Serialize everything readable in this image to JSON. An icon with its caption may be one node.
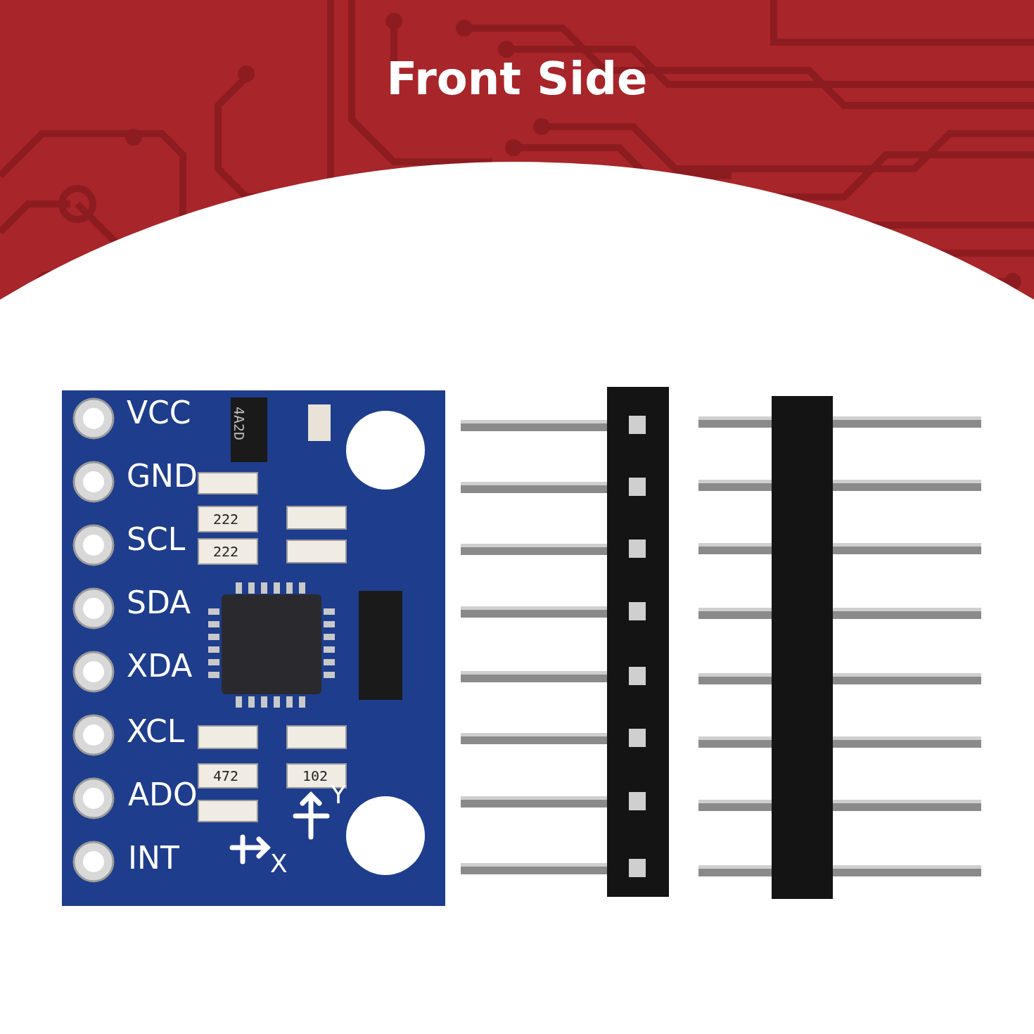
{
  "diagram": {
    "title": "Front Side",
    "labels": [
      "VCC",
      "4A2D",
      "GND",
      "222",
      "SCL",
      "222",
      "SDA",
      "XDA",
      "XCL",
      "ADO",
      "472",
      "102",
      "Y",
      "INT",
      "X"
    ]
  }
}
